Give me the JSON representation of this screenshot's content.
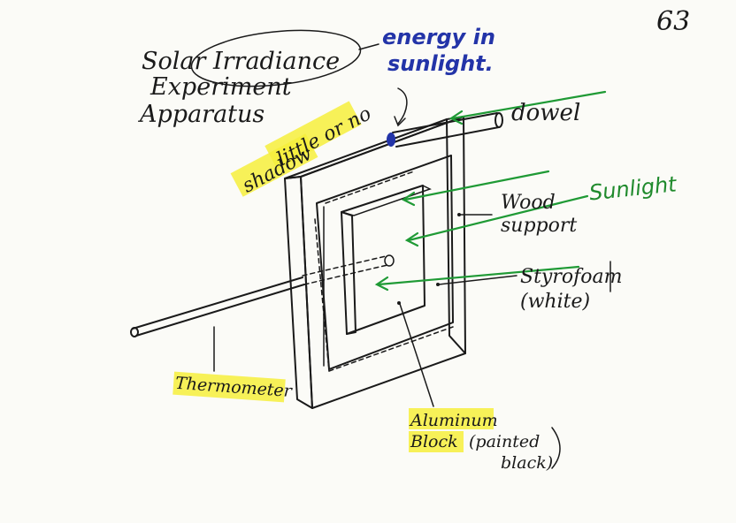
{
  "page_number": "63",
  "title": {
    "line1": "Solar Irradiance",
    "line2": "Experiment",
    "line3": "Apparatus"
  },
  "annotations": {
    "energy_line1": "energy in",
    "energy_line2": "sunlight.",
    "shadow_line1": "little or no",
    "shadow_line2": "shadow",
    "dowel": "dowel",
    "sunlight": "Sunlight",
    "wood_line1": "Wood",
    "wood_line2": "support",
    "styro_line1": "Styrofoam",
    "styro_line2": "(white)",
    "thermometer": "Thermometer",
    "alum_line1": "Aluminum",
    "alum_line2": "Block",
    "alum_painted": "(painted",
    "alum_black": "black)"
  },
  "colors": {
    "ink": "#1a1a1a",
    "blue_ink": "#2334a8",
    "green_ink": "#1f9a35",
    "highlight": "#f6ef3c",
    "paper": "#fbfbf7"
  }
}
